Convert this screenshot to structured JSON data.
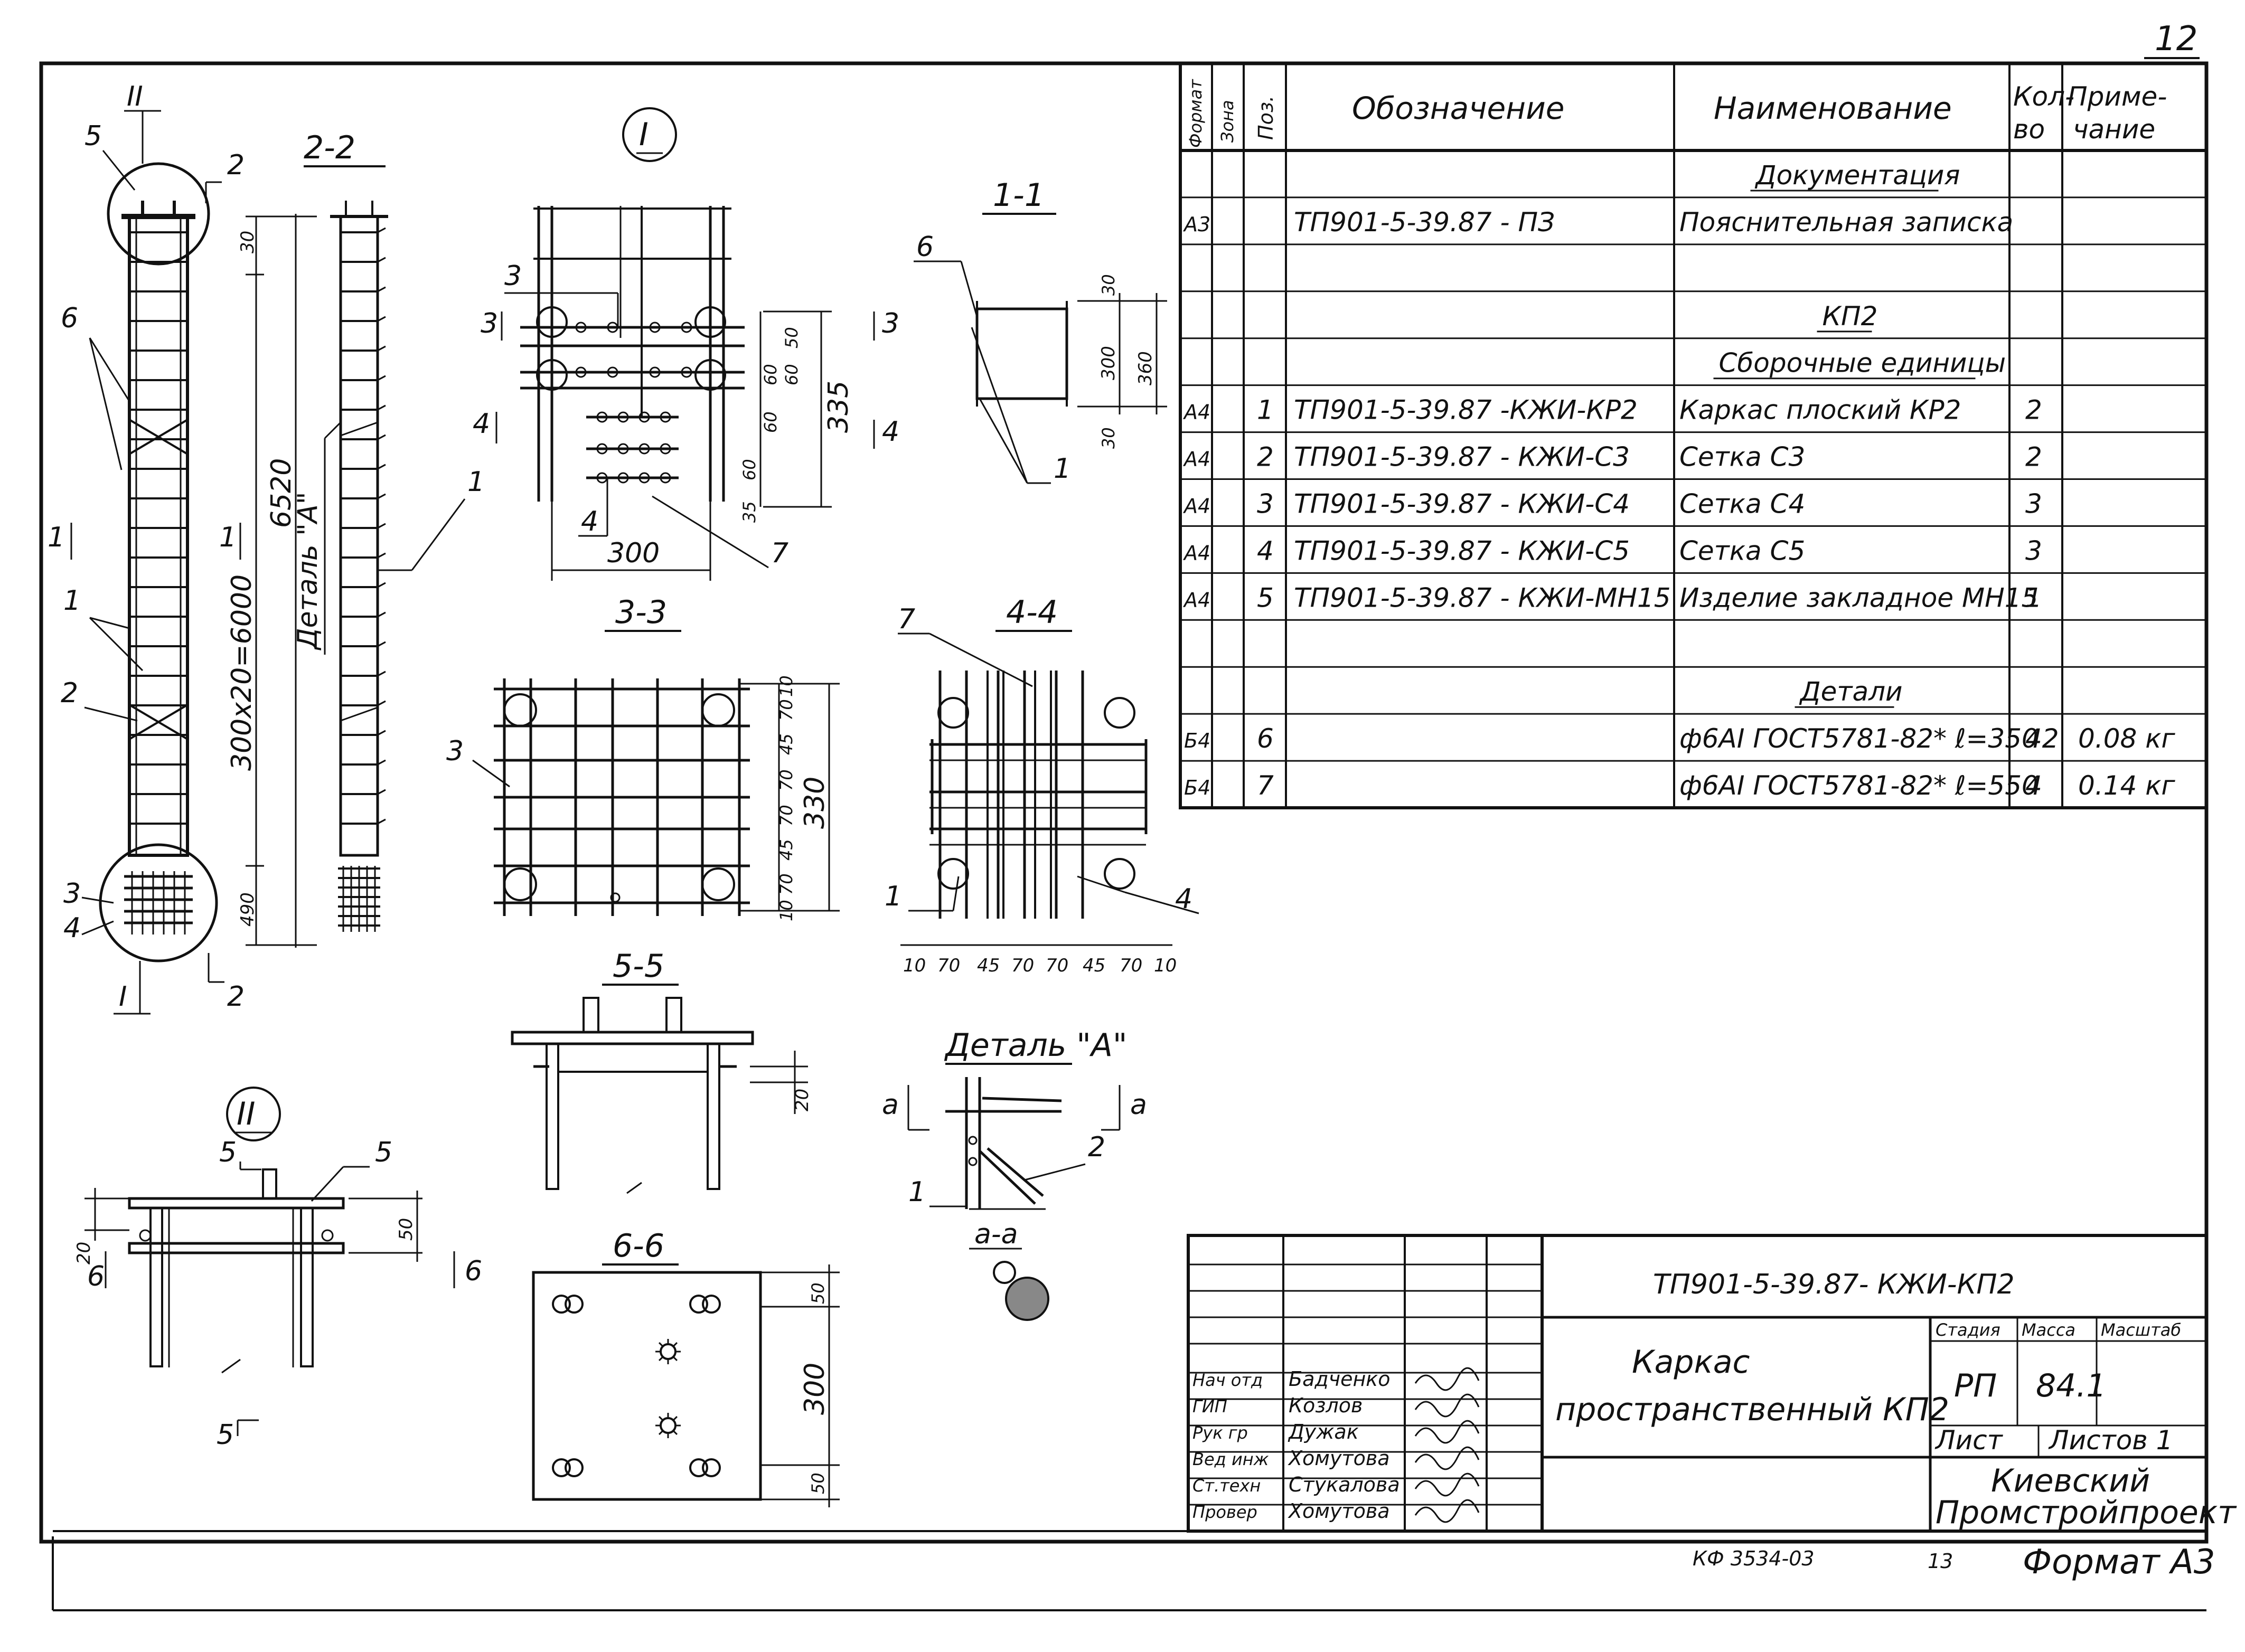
{
  "page_number": "12",
  "spec_table": {
    "headers": {
      "format": "Формат",
      "zone": "Зона",
      "pos": "Поз.",
      "designation": "Обозначение",
      "name": "Наименование",
      "qty": "Кол-во",
      "note": "Приме-чание"
    },
    "header_lines": {
      "qty_1": "Кол-",
      "qty_2": "во",
      "note_1": "Приме-",
      "note_2": "чание"
    },
    "rows": [
      {
        "format": "",
        "pos": "",
        "designation": "",
        "name": "Документация",
        "qty": "",
        "note": "",
        "section": true
      },
      {
        "format": "А3",
        "pos": "",
        "designation": "ТП901-5-39.87 - ПЗ",
        "name": "Пояснительная записка",
        "qty": "",
        "note": ""
      },
      {
        "format": "",
        "pos": "",
        "designation": "",
        "name": "",
        "qty": "",
        "note": ""
      },
      {
        "format": "",
        "pos": "",
        "designation": "",
        "name": "КП2",
        "qty": "",
        "note": "",
        "section": true
      },
      {
        "format": "",
        "pos": "",
        "designation": "",
        "name": "Сборочные единицы",
        "qty": "",
        "note": "",
        "section": true
      },
      {
        "format": "А4",
        "pos": "1",
        "designation": "ТП901-5-39.87 -КЖИ-КР2",
        "name": "Каркас плоский КР2",
        "qty": "2",
        "note": ""
      },
      {
        "format": "А4",
        "pos": "2",
        "designation": "ТП901-5-39.87 - КЖИ-С3",
        "name": "Сетка С3",
        "qty": "2",
        "note": ""
      },
      {
        "format": "А4",
        "pos": "3",
        "designation": "ТП901-5-39.87 - КЖИ-С4",
        "name": "Сетка С4",
        "qty": "3",
        "note": ""
      },
      {
        "format": "А4",
        "pos": "4",
        "designation": "ТП901-5-39.87 - КЖИ-С5",
        "name": "Сетка С5",
        "qty": "3",
        "note": ""
      },
      {
        "format": "А4",
        "pos": "5",
        "designation": "ТП901-5-39.87 - КЖИ-МН15",
        "name": "Изделие закладное МН15",
        "qty": "1",
        "note": ""
      },
      {
        "format": "",
        "pos": "",
        "designation": "",
        "name": "",
        "qty": "",
        "note": ""
      },
      {
        "format": "",
        "pos": "",
        "designation": "",
        "name": "Детали",
        "qty": "",
        "note": "",
        "section": true
      },
      {
        "format": "Б4",
        "pos": "6",
        "designation": "",
        "name": "ф6АI ГОСТ5781-82* ℓ=350",
        "qty": "42",
        "note": "0.08 кг"
      },
      {
        "format": "Б4",
        "pos": "7",
        "designation": "",
        "name": "ф6АI ГОСТ5781-82* ℓ=550",
        "qty": "4",
        "note": "0.14 кг"
      }
    ]
  },
  "drawings": {
    "view_I_label": "I",
    "view_II_label": "II",
    "sec_1_1": "1-1",
    "sec_2_2": "2-2",
    "sec_3_3": "3-3",
    "sec_4_4": "4-4",
    "sec_5_5": "5-5",
    "sec_6_6": "6-6",
    "detail_a": "Деталь \"А\"",
    "sec_a_a": "а-а",
    "detail_a_vertical": "Деталь \"А\"",
    "elevation": {
      "dim_total": "6520",
      "dim_top": "30",
      "dim_middle": "300x20=6000",
      "dim_bottom": "490",
      "marks": [
        "II",
        "5",
        "2",
        "6",
        "1",
        "1",
        "1",
        "2",
        "3",
        "4",
        "I",
        "2"
      ]
    },
    "view_I": {
      "dims": [
        "335",
        "50",
        "60",
        "60",
        "60",
        "60",
        "35",
        "300"
      ],
      "marks": [
        "3",
        "3",
        "3",
        "4",
        "4",
        "4",
        "7"
      ]
    },
    "sec_1_1_dims": [
      "30",
      "300",
      "360",
      "30"
    ],
    "sec_1_1_marks": [
      "6",
      "1"
    ],
    "sec_3_3_dims": [
      "10",
      "70",
      "45",
      "70",
      "70",
      "45",
      "70",
      "10",
      "330"
    ],
    "sec_3_3_marks": [
      "3"
    ],
    "sec_4_4_dims": [
      "10",
      "70",
      "45",
      "70",
      "70",
      "45",
      "70",
      "10"
    ],
    "sec_4_4_marks": [
      "7",
      "1",
      "4"
    ],
    "sec_5_5_dims": [
      "20"
    ],
    "view_II": {
      "dims": [
        "20",
        "50"
      ],
      "marks": [
        "5",
        "5",
        "5",
        "6",
        "6"
      ]
    },
    "sec_6_6_dims": [
      "50",
      "300",
      "50"
    ],
    "detail_a_marks": [
      "а",
      "а",
      "1",
      "2"
    ]
  },
  "title_block": {
    "doc_code": "ТП901-5-39.87- КЖИ-КП2",
    "title_line1": "Каркас",
    "title_line2": "пространственный КП2",
    "stage_label": "Стадия",
    "mass_label": "Масса",
    "scale_label": "Масштаб",
    "stage": "РП",
    "mass": "84.1",
    "sheet_label": "Лист",
    "sheets_label": "Листов 1",
    "org_line1": "Киевский",
    "org_line2": "Промстройпроект",
    "signers": [
      {
        "role": "Нач отд",
        "name": "Бадченко"
      },
      {
        "role": "ГИП",
        "name": "Козлов"
      },
      {
        "role": "Рук гр",
        "name": "Дужак"
      },
      {
        "role": "Вед инж",
        "name": "Хомутова"
      },
      {
        "role": "Ст.техн",
        "name": "Стукалова"
      },
      {
        "role": "Провер",
        "name": "Хомутова"
      }
    ]
  },
  "footer": {
    "archive_no": "КФ 3534-03",
    "sheet_no": "13",
    "format": "Формат А3"
  }
}
